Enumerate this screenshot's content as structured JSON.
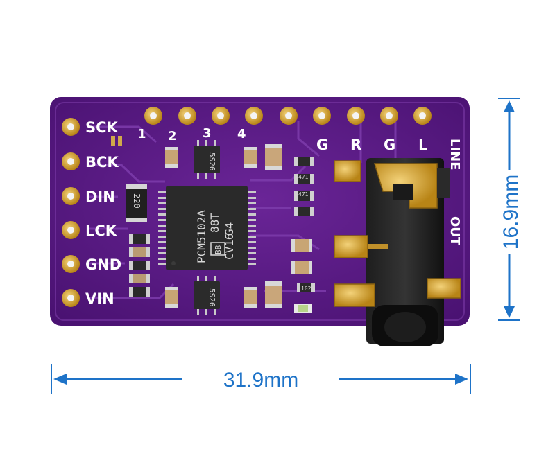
{
  "board": {
    "left_pins": [
      "SCK",
      "BCK",
      "DIN",
      "LCK",
      "GND",
      "VIN"
    ],
    "top_pin_numbers": [
      "1",
      "2",
      "3",
      "4"
    ],
    "top_pin_letters": [
      "G",
      "R",
      "G",
      "L"
    ],
    "line_label": "LINE",
    "out_label": "OUT",
    "chip_lines": [
      "PCM5102A",
      "88T",
      "CV16",
      "G4"
    ],
    "chip_logo": "BB",
    "small_chip_text": "5S26",
    "resistor_text": "220",
    "smd_code": "471",
    "smd_code_2": "102",
    "colors": {
      "pcb": "#5a1a86",
      "pad": "#d7a631",
      "silk": "#ffffff",
      "jack": "#141414"
    }
  },
  "dimensions": {
    "height_label": "16.9mm",
    "width_label": "31.9mm",
    "color": "#1e73c8"
  }
}
